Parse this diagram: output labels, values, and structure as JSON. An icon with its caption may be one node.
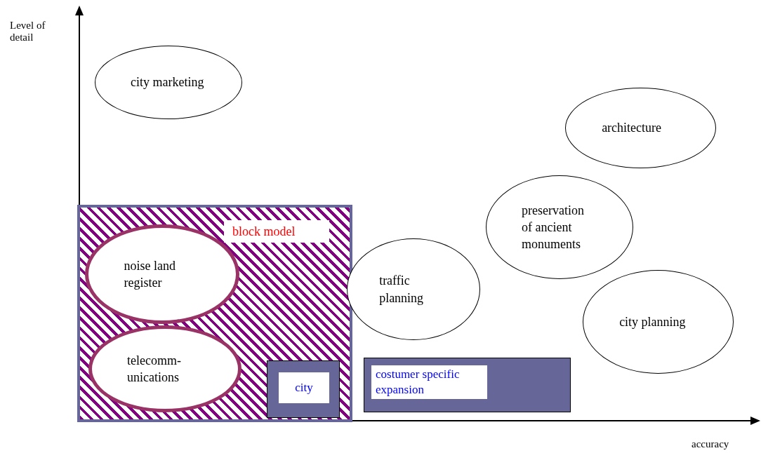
{
  "diagram": {
    "nodes": [
      {
        "text": [
          "city marketing"
        ]
      },
      {
        "text": [
          "architecture"
        ]
      },
      {
        "text": [
          "block model"
        ]
      },
      {
        "text": [
          "noise land register"
        ],
        "in": 2
      },
      {
        "text": [
          "preservation of ancient monuments"
        ]
      },
      {
        "text": [
          "traffic planning"
        ]
      },
      {
        "text": [
          "telecomm-unications"
        ],
        "in": 2
      },
      {
        "text": [
          "city"
        ],
        "in": 2
      },
      {
        "text": [
          "city planning"
        ]
      },
      {
        "text": [
          "costumer specific expansion"
        ]
      }
    ],
    "edges": [],
    "labels": [
      "Level of detail",
      "accuracy"
    ]
  }
}
